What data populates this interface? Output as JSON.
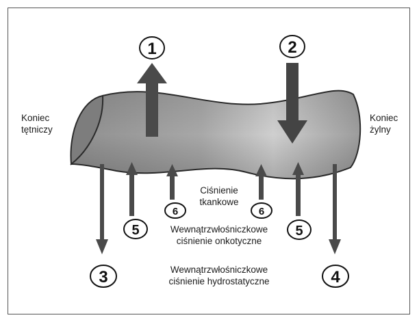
{
  "labels": {
    "arterial_end": [
      "Koniec",
      "tętniczy"
    ],
    "venous_end": [
      "Koniec",
      "żylny"
    ],
    "tissue_pressure": [
      "Ciśnienie",
      "tkankowe"
    ],
    "oncotic_pressure": [
      "Wewnątrzwłośniczkowe",
      "ciśnienie onkotyczne"
    ],
    "hydrostatic_pressure": [
      "Wewnątrzwłośniczkowe",
      "ciśnienie hydrostatyczne"
    ]
  },
  "markers": {
    "m1": "1",
    "m2": "2",
    "m3": "3",
    "m4": "4",
    "m5a": "5",
    "m5b": "5",
    "m6a": "6",
    "m6b": "6"
  },
  "colors": {
    "capillary_fill": "#9a9a9a",
    "arrow_dark": "#4a4a4a",
    "outline": "#2a2a2a"
  }
}
